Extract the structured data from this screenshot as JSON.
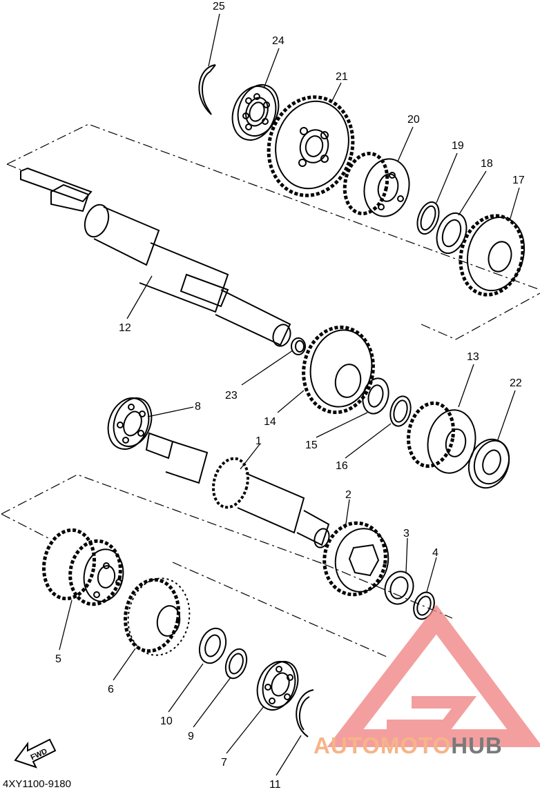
{
  "diagram": {
    "part_code": "4XY1100-9180",
    "fwd_label": "FWD",
    "part_labels": [
      "1",
      "2",
      "3",
      "4",
      "5",
      "6",
      "7",
      "8",
      "9",
      "10",
      "11",
      "12",
      "13",
      "14",
      "15",
      "16",
      "17",
      "18",
      "19",
      "20",
      "21",
      "22",
      "23",
      "24",
      "25"
    ]
  },
  "watermark": {
    "text_part1": "AUTO",
    "text_part2": "MOTO",
    "text_part3": "HUB",
    "color_accent": "#f4a27a",
    "color_triangle": "#f28a8a",
    "color_dark": "#7a7a7a"
  }
}
